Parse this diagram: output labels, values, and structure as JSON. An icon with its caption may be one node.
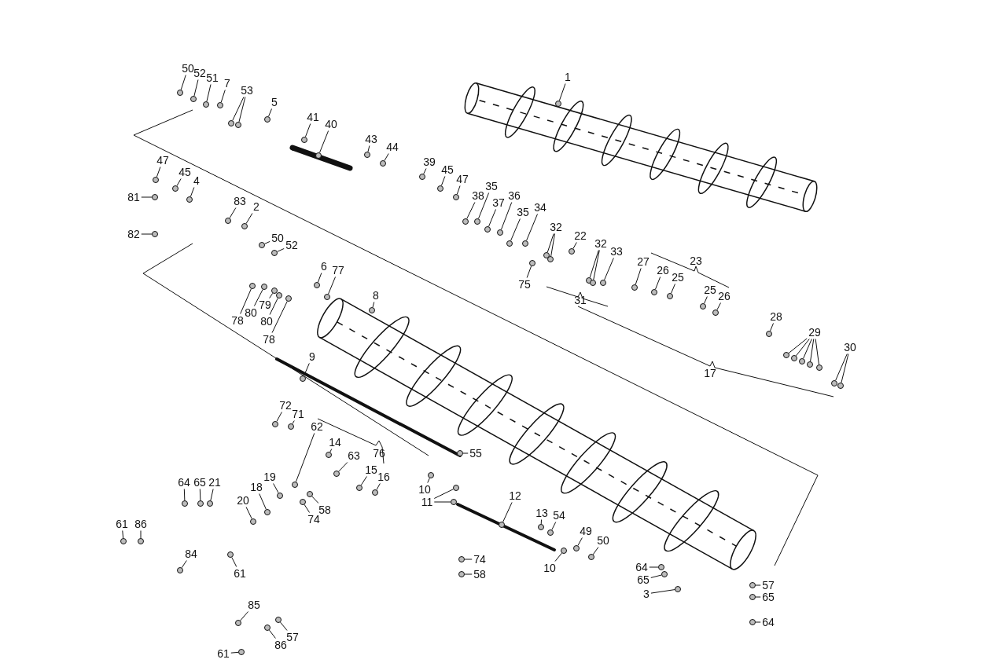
{
  "diagram": {
    "nodes": [
      {
        "text": [
          "50"
        ]
      },
      {
        "text": [
          "52"
        ]
      },
      {
        "text": [
          "51"
        ]
      },
      {
        "text": [
          "7"
        ]
      },
      {
        "text": [
          "53"
        ]
      },
      {
        "text": [
          "5"
        ]
      },
      {
        "text": [
          "41"
        ]
      },
      {
        "text": [
          "40"
        ]
      },
      {
        "text": [
          "1"
        ]
      },
      {
        "text": [
          "43"
        ]
      },
      {
        "text": [
          "44"
        ]
      },
      {
        "text": [
          "39"
        ]
      },
      {
        "text": [
          "45"
        ]
      },
      {
        "text": [
          "47"
        ]
      },
      {
        "text": [
          "38"
        ]
      },
      {
        "text": [
          "35"
        ]
      },
      {
        "text": [
          "37"
        ]
      },
      {
        "text": [
          "36"
        ]
      },
      {
        "text": [
          "35"
        ]
      },
      {
        "text": [
          "34"
        ]
      },
      {
        "text": [
          "32"
        ]
      },
      {
        "text": [
          "22"
        ]
      },
      {
        "text": [
          "32"
        ]
      },
      {
        "text": [
          "33"
        ]
      },
      {
        "text": [
          "75"
        ]
      },
      {
        "text": [
          "27"
        ]
      },
      {
        "text": [
          "26"
        ]
      },
      {
        "text": [
          "25"
        ]
      },
      {
        "text": [
          "25"
        ]
      },
      {
        "text": [
          "26"
        ]
      },
      {
        "text": [
          "28"
        ]
      },
      {
        "text": [
          "29"
        ]
      },
      {
        "text": [
          "30"
        ]
      },
      {
        "text": [
          "47"
        ]
      },
      {
        "text": [
          "45"
        ]
      },
      {
        "text": [
          "4"
        ]
      },
      {
        "text": [
          "81"
        ]
      },
      {
        "text": [
          "82"
        ]
      },
      {
        "text": [
          "83"
        ]
      },
      {
        "text": [
          "2"
        ]
      },
      {
        "text": [
          "50"
        ]
      },
      {
        "text": [
          "52"
        ]
      },
      {
        "text": [
          "6"
        ]
      },
      {
        "text": [
          "77"
        ]
      },
      {
        "text": [
          "8"
        ]
      },
      {
        "text": [
          "78"
        ]
      },
      {
        "text": [
          "80"
        ]
      },
      {
        "text": [
          "79"
        ]
      },
      {
        "text": [
          "80"
        ]
      },
      {
        "text": [
          "78"
        ]
      },
      {
        "text": [
          "9"
        ]
      },
      {
        "text": [
          "72"
        ]
      },
      {
        "text": [
          "71"
        ]
      },
      {
        "text": [
          "62"
        ]
      },
      {
        "text": [
          "14"
        ]
      },
      {
        "text": [
          "63"
        ]
      },
      {
        "text": [
          "15"
        ]
      },
      {
        "text": [
          "16"
        ]
      },
      {
        "text": [
          "19"
        ]
      },
      {
        "text": [
          "18"
        ]
      },
      {
        "text": [
          "20"
        ]
      },
      {
        "text": [
          "58"
        ]
      },
      {
        "text": [
          "74"
        ]
      },
      {
        "text": [
          "64"
        ]
      },
      {
        "text": [
          "65"
        ]
      },
      {
        "text": [
          "21"
        ]
      },
      {
        "text": [
          "61"
        ]
      },
      {
        "text": [
          "86"
        ]
      },
      {
        "text": [
          "84"
        ]
      },
      {
        "text": [
          "61"
        ]
      },
      {
        "text": [
          "85"
        ]
      },
      {
        "text": [
          "57"
        ]
      },
      {
        "text": [
          "86"
        ]
      },
      {
        "text": [
          "61"
        ]
      },
      {
        "text": [
          "10"
        ]
      },
      {
        "text": [
          "55"
        ]
      },
      {
        "text": [
          "11"
        ]
      },
      {
        "text": [
          "12"
        ]
      },
      {
        "text": [
          "13"
        ]
      },
      {
        "text": [
          "54"
        ]
      },
      {
        "text": [
          "49"
        ]
      },
      {
        "text": [
          "50"
        ]
      },
      {
        "text": [
          "10"
        ]
      },
      {
        "text": [
          "74"
        ]
      },
      {
        "text": [
          "58"
        ]
      },
      {
        "text": [
          "64"
        ]
      },
      {
        "text": [
          "65"
        ]
      },
      {
        "text": [
          "3"
        ]
      },
      {
        "text": [
          "57"
        ]
      },
      {
        "text": [
          "65"
        ]
      },
      {
        "text": [
          "64"
        ]
      },
      {
        "text": [],
        "shape": "circle"
      },
      {
        "text": [],
        "shape": "circle"
      },
      {
        "text": [],
        "shape": "circle"
      },
      {
        "text": [],
        "shape": "circle"
      },
      {
        "text": [],
        "shape": "circle"
      },
      {
        "text": [],
        "shape": "circle"
      },
      {
        "text": [],
        "shape": "circle"
      },
      {
        "text": [],
        "shape": "circle"
      },
      {
        "text": [],
        "shape": "circle"
      },
      {
        "text": [],
        "shape": "circle"
      },
      {
        "text": [],
        "shape": "circle"
      },
      {
        "text": [],
        "shape": "circle"
      },
      {
        "text": [],
        "shape": "circle"
      },
      {
        "text": [],
        "shape": "circle"
      },
      {
        "text": [],
        "shape": "circle"
      },
      {
        "text": [],
        "shape": "circle"
      },
      {
        "text": [],
        "shape": "circle"
      },
      {
        "text": [],
        "shape": "circle"
      },
      {
        "text": [],
        "shape": "circle"
      },
      {
        "text": [],
        "shape": "circle"
      },
      {
        "text": [],
        "shape": "circle"
      },
      {
        "text": [],
        "shape": "circle"
      },
      {
        "text": [],
        "shape": "circle"
      },
      {
        "text": [],
        "shape": "circle"
      },
      {
        "text": [],
        "shape": "circle"
      },
      {
        "text": [],
        "shape": "circle"
      },
      {
        "text": [],
        "shape": "circle"
      },
      {
        "text": [],
        "shape": "circle"
      },
      {
        "text": [],
        "shape": "circle"
      },
      {
        "text": [],
        "shape": "circle"
      },
      {
        "text": [],
        "shape": "circle"
      },
      {
        "text": [],
        "shape": "circle"
      },
      {
        "text": [],
        "shape": "circle"
      },
      {
        "text": [],
        "shape": "circle"
      },
      {
        "text": [],
        "shape": "circle"
      },
      {
        "text": [],
        "shape": "circle"
      },
      {
        "text": [],
        "shape": "circle"
      },
      {
        "text": [],
        "shape": "circle"
      },
      {
        "text": [],
        "shape": "circle"
      },
      {
        "text": [],
        "shape": "circle"
      },
      {
        "text": [],
        "shape": "circle"
      },
      {
        "text": [],
        "shape": "circle"
      },
      {
        "text": [],
        "shape": "circle"
      },
      {
        "text": [],
        "shape": "circle"
      },
      {
        "text": [],
        "shape": "circle"
      },
      {
        "text": [],
        "shape": "circle"
      },
      {
        "text": [],
        "shape": "circle"
      },
      {
        "text": [],
        "shape": "circle"
      },
      {
        "text": [],
        "shape": "circle"
      },
      {
        "text": [],
        "shape": "circle"
      },
      {
        "text": [],
        "shape": "circle"
      },
      {
        "text": [],
        "shape": "circle"
      },
      {
        "text": [],
        "shape": "circle"
      },
      {
        "text": [],
        "shape": "circle"
      },
      {
        "text": [],
        "shape": "circle"
      },
      {
        "text": [],
        "shape": "circle"
      },
      {
        "text": [],
        "shape": "circle"
      },
      {
        "text": [],
        "shape": "circle"
      },
      {
        "text": [],
        "shape": "circle"
      },
      {
        "text": [],
        "shape": "circle"
      },
      {
        "text": [],
        "shape": "circle"
      },
      {
        "text": [],
        "shape": "circle"
      },
      {
        "text": [],
        "shape": "circle"
      },
      {
        "text": [],
        "shape": "circle"
      },
      {
        "text": [],
        "shape": "circle"
      },
      {
        "text": [],
        "shape": "circle"
      },
      {
        "text": [],
        "shape": "circle"
      },
      {
        "text": [],
        "shape": "circle"
      },
      {
        "text": [],
        "shape": "circle"
      },
      {
        "text": [],
        "shape": "circle"
      },
      {
        "text": [],
        "shape": "circle"
      },
      {
        "text": [],
        "shape": "circle"
      },
      {
        "text": [],
        "shape": "circle"
      },
      {
        "text": [],
        "shape": "circle"
      },
      {
        "text": [],
        "shape": "circle"
      },
      {
        "text": [],
        "shape": "circle"
      },
      {
        "text": [],
        "shape": "circle"
      },
      {
        "text": [],
        "shape": "circle"
      },
      {
        "text": [],
        "shape": "circle"
      },
      {
        "text": [],
        "shape": "circle"
      },
      {
        "text": [],
        "shape": "circle"
      },
      {
        "text": [],
        "shape": "circle"
      },
      {
        "text": [],
        "shape": "circle"
      },
      {
        "text": [],
        "shape": "circle"
      },
      {
        "text": [],
        "shape": "circle"
      },
      {
        "text": [],
        "shape": "circle"
      },
      {
        "text": [],
        "shape": "circle"
      },
      {
        "text": [],
        "shape": "circle"
      },
      {
        "text": [],
        "shape": "circle"
      },
      {
        "text": [],
        "shape": "circle"
      },
      {
        "text": [],
        "shape": "circle"
      },
      {
        "text": [],
        "shape": "circle"
      },
      {
        "text": [],
        "shape": "circle"
      },
      {
        "text": [],
        "shape": "circle"
      },
      {
        "text": [],
        "shape": "circle"
      },
      {
        "text": [],
        "shape": "circle"
      },
      {
        "text": [],
        "shape": "circle"
      },
      {
        "text": [],
        "shape": "circle"
      },
      {
        "text": [],
        "shape": "circle"
      },
      {
        "text": [],
        "shape": "circle"
      }
    ],
    "edges": [
      {
        "from": 0,
        "to": 91,
        "arrow": "none"
      },
      {
        "from": 1,
        "to": 92,
        "arrow": "none"
      },
      {
        "from": 2,
        "to": 93,
        "arrow": "none"
      },
      {
        "from": 3,
        "to": 94,
        "arrow": "none"
      },
      {
        "from": 4,
        "to": 95,
        "arrow": "none"
      },
      {
        "from": 4,
        "to": 96,
        "arrow": "none"
      },
      {
        "from": 5,
        "to": 97,
        "arrow": "none"
      },
      {
        "from": 6,
        "to": 98,
        "arrow": "none"
      },
      {
        "from": 7,
        "to": 99,
        "arrow": "none"
      },
      {
        "from": 8,
        "to": 100,
        "arrow": "none"
      },
      {
        "from": 9,
        "to": 101,
        "arrow": "none"
      },
      {
        "from": 10,
        "to": 102,
        "arrow": "none"
      },
      {
        "from": 11,
        "to": 103,
        "arrow": "none"
      },
      {
        "from": 12,
        "to": 104,
        "arrow": "none"
      },
      {
        "from": 13,
        "to": 105,
        "arrow": "none"
      },
      {
        "from": 14,
        "to": 106,
        "arrow": "none"
      },
      {
        "from": 15,
        "to": 107,
        "arrow": "none"
      },
      {
        "from": 16,
        "to": 108,
        "arrow": "none"
      },
      {
        "from": 17,
        "to": 109,
        "arrow": "none"
      },
      {
        "from": 18,
        "to": 110,
        "arrow": "none"
      },
      {
        "from": 19,
        "to": 111,
        "arrow": "none"
      },
      {
        "from": 20,
        "to": 112,
        "arrow": "none"
      },
      {
        "from": 20,
        "to": 113,
        "arrow": "none"
      },
      {
        "from": 21,
        "to": 114,
        "arrow": "none"
      },
      {
        "from": 22,
        "to": 115,
        "arrow": "none"
      },
      {
        "from": 22,
        "to": 116,
        "arrow": "none"
      },
      {
        "from": 23,
        "to": 117,
        "arrow": "none"
      },
      {
        "from": 24,
        "to": 118,
        "arrow": "none"
      },
      {
        "from": 25,
        "to": 119,
        "arrow": "none"
      },
      {
        "from": 26,
        "to": 120,
        "arrow": "none"
      },
      {
        "from": 27,
        "to": 121,
        "arrow": "none"
      },
      {
        "from": 28,
        "to": 122,
        "arrow": "none"
      },
      {
        "from": 29,
        "to": 123,
        "arrow": "none"
      },
      {
        "from": 30,
        "to": 124,
        "arrow": "none"
      },
      {
        "from": 31,
        "to": 125,
        "arrow": "none"
      },
      {
        "from": 31,
        "to": 126,
        "arrow": "none"
      },
      {
        "from": 31,
        "to": 127,
        "arrow": "none"
      },
      {
        "from": 31,
        "to": 128,
        "arrow": "none"
      },
      {
        "from": 31,
        "to": 129,
        "arrow": "none"
      },
      {
        "from": 32,
        "to": 130,
        "arrow": "none"
      },
      {
        "from": 32,
        "to": 131,
        "arrow": "none"
      },
      {
        "from": 33,
        "to": 132,
        "arrow": "none"
      },
      {
        "from": 34,
        "to": 133,
        "arrow": "none"
      },
      {
        "from": 35,
        "to": 134,
        "arrow": "none"
      },
      {
        "from": 36,
        "to": 135,
        "arrow": "none"
      },
      {
        "from": 37,
        "to": 136,
        "arrow": "none"
      },
      {
        "from": 38,
        "to": 137,
        "arrow": "none"
      },
      {
        "from": 39,
        "to": 138,
        "arrow": "none"
      },
      {
        "from": 40,
        "to": 139,
        "arrow": "none"
      },
      {
        "from": 41,
        "to": 140,
        "arrow": "none"
      },
      {
        "from": 42,
        "to": 141,
        "arrow": "none"
      },
      {
        "from": 43,
        "to": 142,
        "arrow": "none"
      },
      {
        "from": 44,
        "to": 143,
        "arrow": "none"
      },
      {
        "from": 45,
        "to": 144,
        "arrow": "none"
      },
      {
        "from": 46,
        "to": 145,
        "arrow": "none"
      },
      {
        "from": 47,
        "to": 146,
        "arrow": "none"
      },
      {
        "from": 48,
        "to": 147,
        "arrow": "none"
      },
      {
        "from": 49,
        "to": 148,
        "arrow": "none"
      },
      {
        "from": 50,
        "to": 149,
        "arrow": "none"
      },
      {
        "from": 51,
        "to": 150,
        "arrow": "none"
      },
      {
        "from": 52,
        "to": 151,
        "arrow": "none"
      },
      {
        "from": 53,
        "to": 152,
        "arrow": "none"
      },
      {
        "from": 54,
        "to": 153,
        "arrow": "none"
      },
      {
        "from": 55,
        "to": 154,
        "arrow": "none"
      },
      {
        "from": 56,
        "to": 155,
        "arrow": "none"
      },
      {
        "from": 57,
        "to": 156,
        "arrow": "none"
      },
      {
        "from": 58,
        "to": 157,
        "arrow": "none"
      },
      {
        "from": 59,
        "to": 158,
        "arrow": "none"
      },
      {
        "from": 60,
        "to": 159,
        "arrow": "none"
      },
      {
        "from": 61,
        "to": 160,
        "arrow": "none"
      },
      {
        "from": 62,
        "to": 161,
        "arrow": "none"
      },
      {
        "from": 63,
        "to": 162,
        "arrow": "none"
      },
      {
        "from": 64,
        "to": 163,
        "arrow": "none"
      },
      {
        "from": 65,
        "to": 164,
        "arrow": "none"
      },
      {
        "from": 66,
        "to": 165,
        "arrow": "none"
      },
      {
        "from": 67,
        "to": 166,
        "arrow": "none"
      },
      {
        "from": 68,
        "to": 167,
        "arrow": "none"
      },
      {
        "from": 69,
        "to": 168,
        "arrow": "none"
      },
      {
        "from": 70,
        "to": 169,
        "arrow": "none"
      },
      {
        "from": 71,
        "to": 170,
        "arrow": "none"
      },
      {
        "from": 72,
        "to": 171,
        "arrow": "none"
      },
      {
        "from": 73,
        "to": 172,
        "arrow": "none"
      },
      {
        "from": 74,
        "to": 173,
        "arrow": "none"
      },
      {
        "from": 75,
        "to": 174,
        "arrow": "none"
      },
      {
        "from": 76,
        "to": 175,
        "arrow": "none"
      },
      {
        "from": 76,
        "to": 176,
        "arrow": "none"
      },
      {
        "from": 77,
        "to": 177,
        "arrow": "none"
      },
      {
        "from": 78,
        "to": 178,
        "arrow": "none"
      },
      {
        "from": 79,
        "to": 179,
        "arrow": "none"
      },
      {
        "from": 80,
        "to": 180,
        "arrow": "none"
      },
      {
        "from": 81,
        "to": 181,
        "arrow": "none"
      },
      {
        "from": 82,
        "to": 182,
        "arrow": "none"
      },
      {
        "from": 83,
        "to": 183,
        "arrow": "none"
      },
      {
        "from": 84,
        "to": 184,
        "arrow": "none"
      },
      {
        "from": 85,
        "to": 185,
        "arrow": "none"
      },
      {
        "from": 86,
        "to": 186,
        "arrow": "none"
      },
      {
        "from": 87,
        "to": 187,
        "arrow": "none"
      },
      {
        "from": 88,
        "to": 188,
        "arrow": "none"
      },
      {
        "from": 89,
        "to": 189,
        "arrow": "none"
      },
      {
        "from": 90,
        "to": 190,
        "arrow": "none"
      }
    ],
    "labels": [
      "23",
      "31",
      "76",
      "17"
    ]
  }
}
